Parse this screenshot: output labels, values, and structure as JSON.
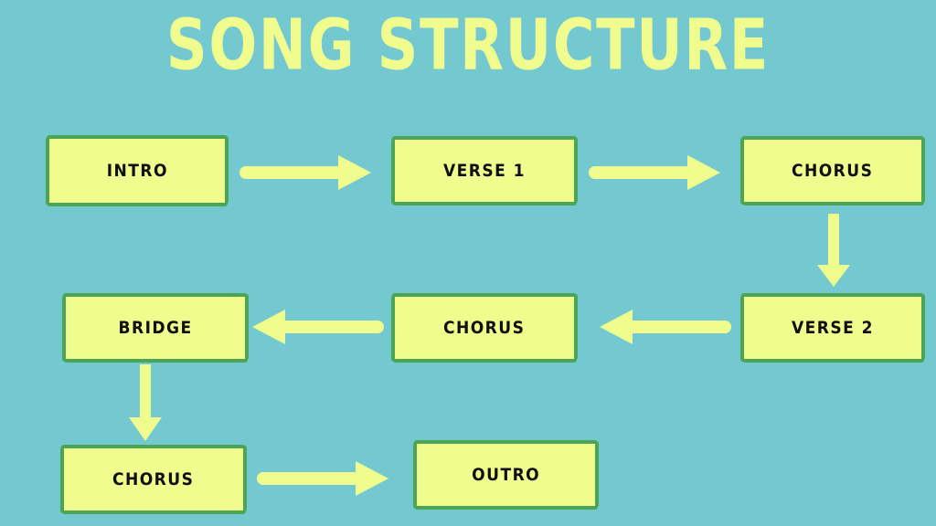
{
  "title": "SONG STRUCTURE",
  "theme": {
    "background": "#74c9d0",
    "box_fill": "#f0fd8e",
    "box_border": "#4ca555",
    "accent": "#f0fd8e",
    "text": "#101010"
  },
  "diagram": {
    "type": "flowchart",
    "nodes": [
      {
        "id": "intro",
        "label": "INTRO",
        "row": 1,
        "col": 1
      },
      {
        "id": "verse1",
        "label": "VERSE 1",
        "row": 1,
        "col": 2
      },
      {
        "id": "chorus1",
        "label": "CHORUS",
        "row": 1,
        "col": 3
      },
      {
        "id": "verse2",
        "label": "VERSE 2",
        "row": 2,
        "col": 3
      },
      {
        "id": "chorus2",
        "label": "CHORUS",
        "row": 2,
        "col": 2
      },
      {
        "id": "bridge",
        "label": "BRIDGE",
        "row": 2,
        "col": 1
      },
      {
        "id": "chorus3",
        "label": "CHORUS",
        "row": 3,
        "col": 1
      },
      {
        "id": "outro",
        "label": "OUTRO",
        "row": 3,
        "col": 2
      }
    ],
    "edges": [
      {
        "from": "intro",
        "to": "verse1",
        "direction": "right"
      },
      {
        "from": "verse1",
        "to": "chorus1",
        "direction": "right"
      },
      {
        "from": "chorus1",
        "to": "verse2",
        "direction": "down"
      },
      {
        "from": "verse2",
        "to": "chorus2",
        "direction": "left"
      },
      {
        "from": "chorus2",
        "to": "bridge",
        "direction": "left"
      },
      {
        "from": "bridge",
        "to": "chorus3",
        "direction": "down"
      },
      {
        "from": "chorus3",
        "to": "outro",
        "direction": "right"
      }
    ]
  }
}
